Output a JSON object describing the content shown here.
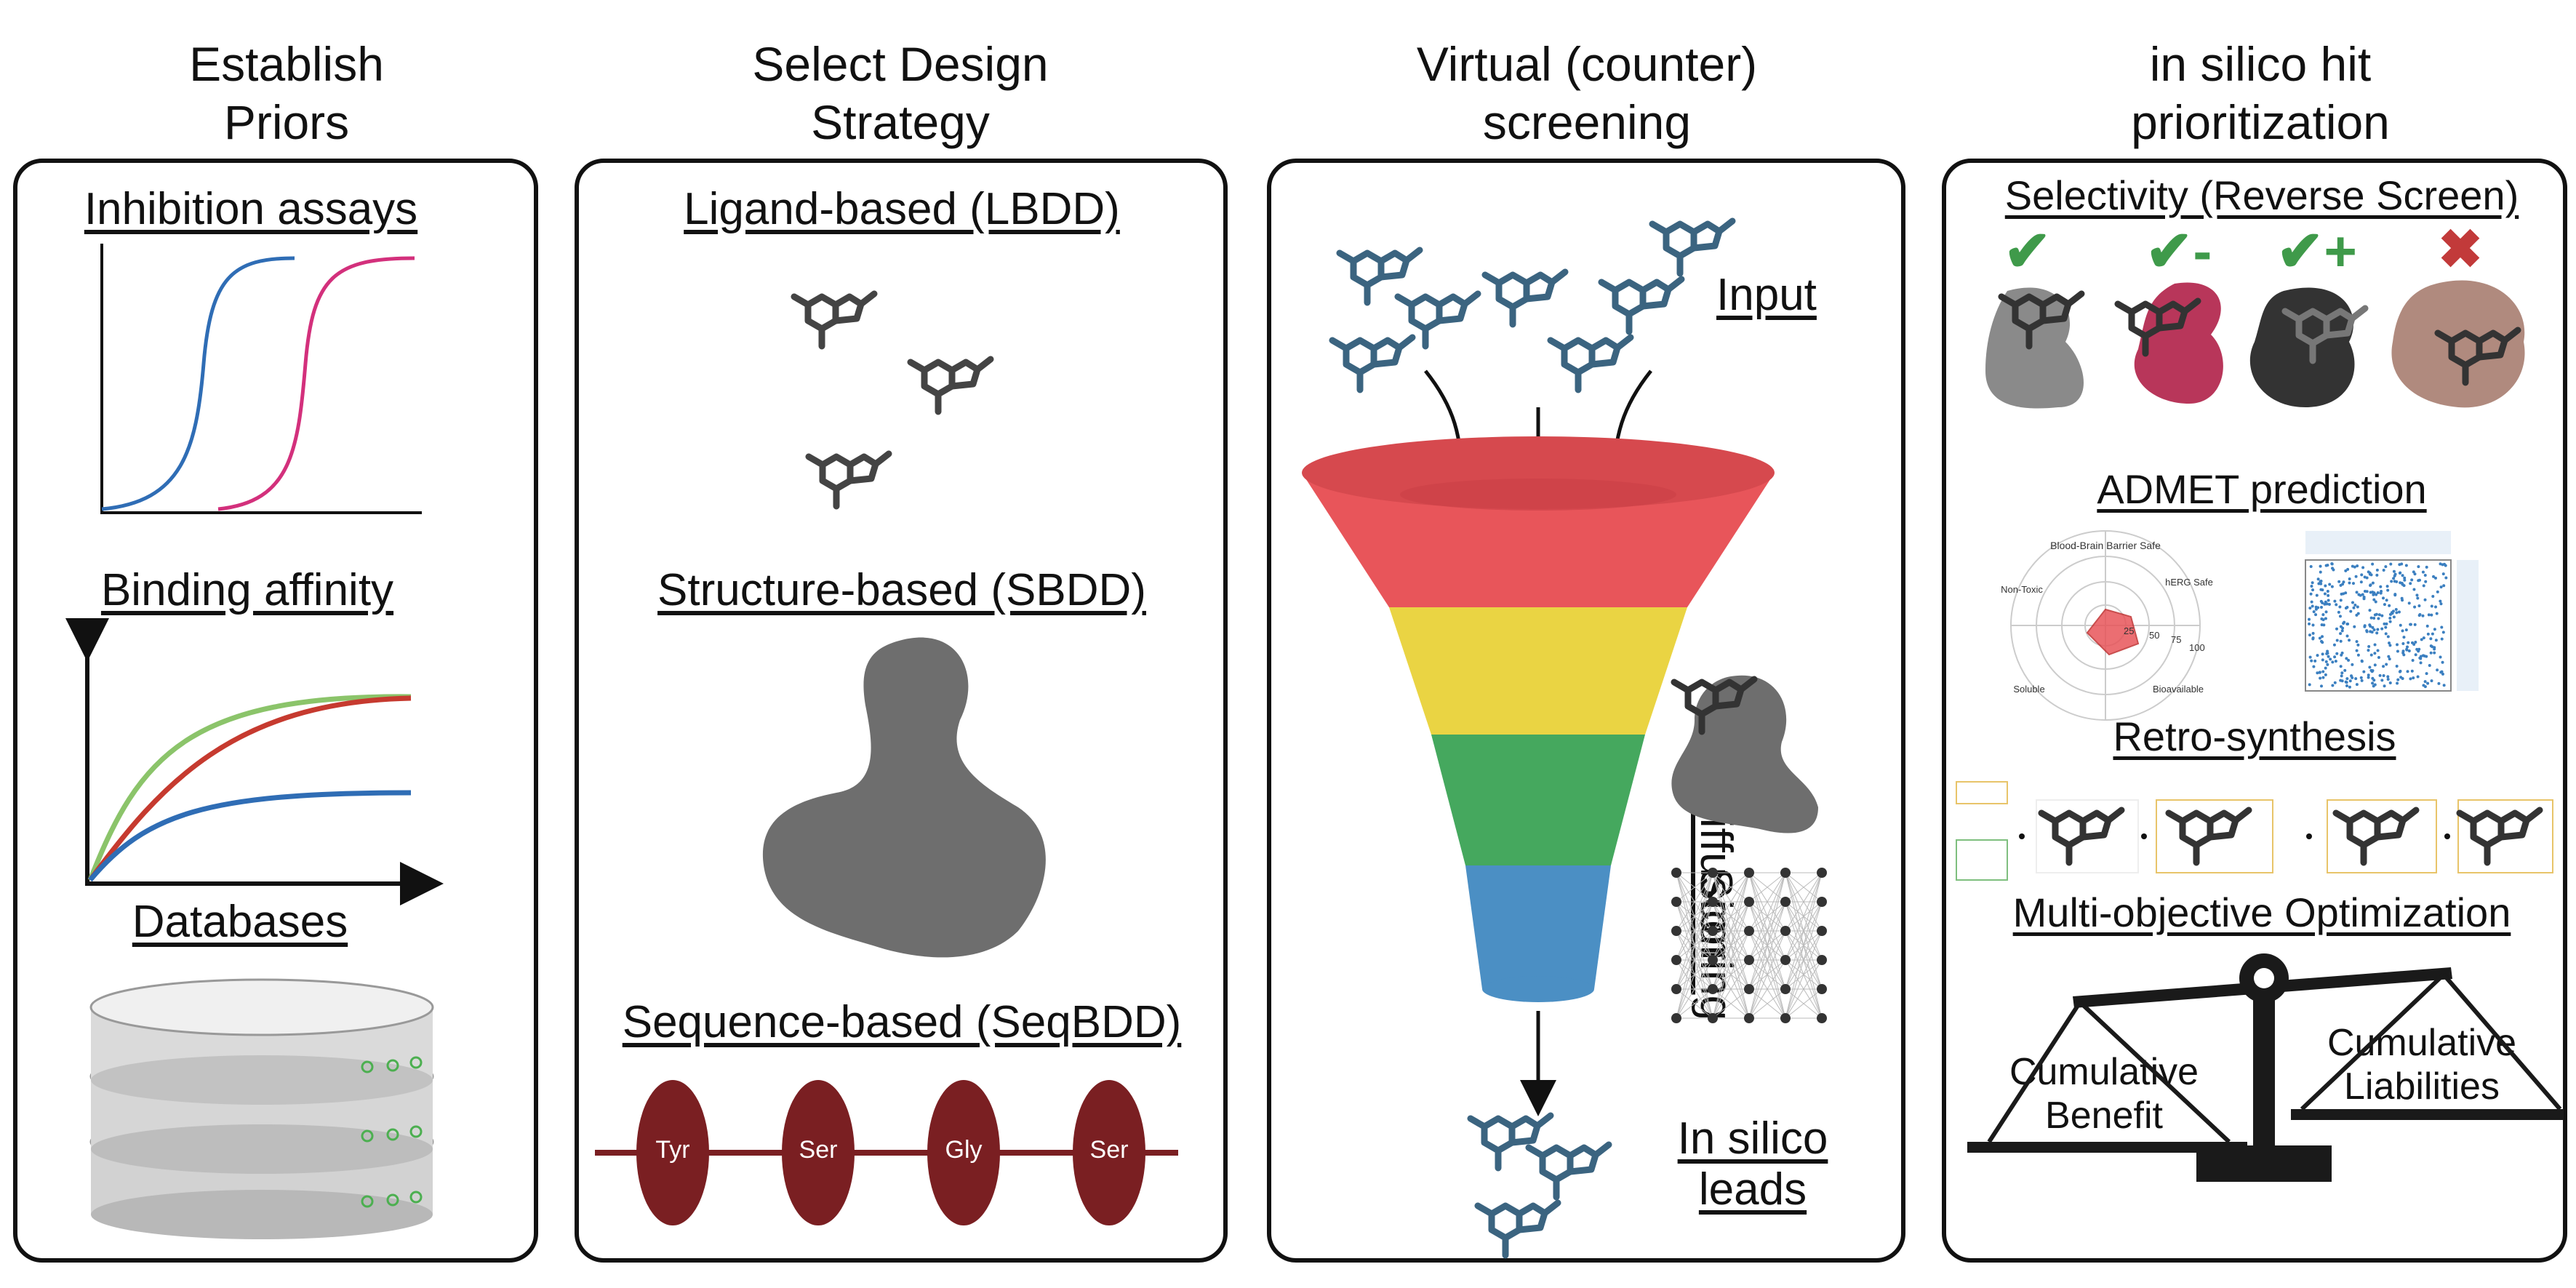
{
  "columns": [
    {
      "title": "Establish\nPriors"
    },
    {
      "title": "Select Design\nStrategy"
    },
    {
      "title": "Virtual (counter)\nscreening"
    },
    {
      "title": "in silico hit\nprioritization"
    }
  ],
  "priors": {
    "inhibition": "Inhibition assays",
    "binding": "Binding affinity",
    "databases": "Databases"
  },
  "strategy": {
    "ligand": "Ligand-based (LBDD)",
    "structure": "Structure-based (SBDD)",
    "sequence": "Sequence-based (SeqBDD)",
    "residues": [
      "Tyr",
      "Ser",
      "Gly",
      "Ser"
    ]
  },
  "screening": {
    "input": "Input",
    "diffusion": "Diffusion",
    "scoring": "Scoring",
    "leads_line1": "In silico",
    "leads_line2": "leads"
  },
  "prioritization": {
    "selectivity": "Selectivity (Reverse Screen)",
    "marks": [
      "✔",
      "✔-",
      "✔+",
      "✖"
    ],
    "admet": "ADMET prediction",
    "radar": {
      "title": "Blood-Brain Barrier Safe",
      "labels": [
        "hERG Safe",
        "Non-Toxic",
        "Soluble",
        "Bioavailable"
      ],
      "ticks": [
        "25",
        "50",
        "75",
        "100"
      ]
    },
    "retro": "Retro-synthesis",
    "multi": "Multi-objective Optimization",
    "benefit_line1": "Cumulative",
    "benefit_line2": "Benefit",
    "liab_line1": "Cumulative",
    "liab_line2": "Liabilities"
  },
  "colors": {
    "funnel_red": "#e8555a",
    "funnel_yellow": "#ead443",
    "funnel_green": "#45a85e",
    "funnel_blue": "#4b8fc4",
    "molecule": "#3b6480",
    "residue": "#7a1f22",
    "curve_blue": "#2f6db5",
    "curve_pink": "#d3307c",
    "curve_green": "#8bc46a",
    "curve_red": "#c63a2f",
    "check_green": "#3f9a4a",
    "cross_red": "#c23a3a"
  }
}
